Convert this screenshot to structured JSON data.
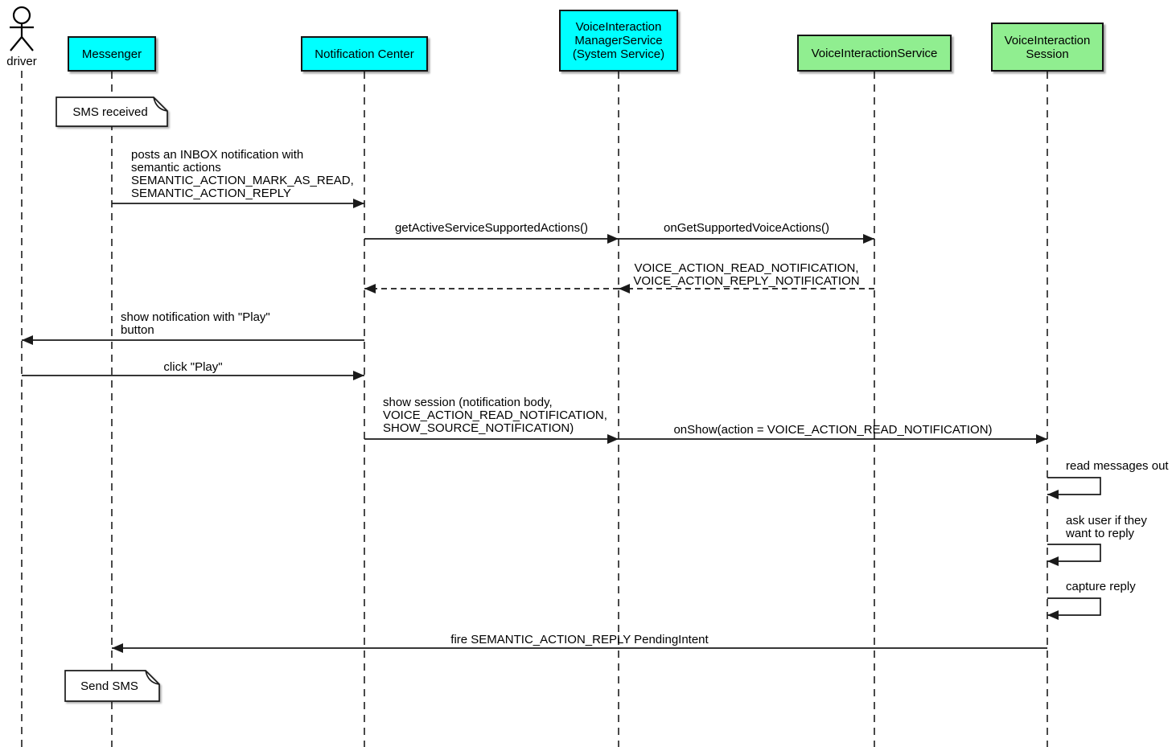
{
  "diagram": {
    "kind": "uml-sequence-diagram",
    "background": "#ffffff"
  },
  "colors": {
    "participant_cyan": "#00ffff",
    "participant_green": "#90ee90",
    "line": "#1a1a1a",
    "note_fill": "#ffffff"
  },
  "participants": [
    {
      "id": "driver",
      "kind": "actor",
      "label": "driver"
    },
    {
      "id": "messenger",
      "kind": "participant",
      "label": "Messenger",
      "fill": "#00ffff"
    },
    {
      "id": "notification-center",
      "kind": "participant",
      "label": "Notification Center",
      "fill": "#00ffff"
    },
    {
      "id": "voice-interaction-manager-service",
      "kind": "participant",
      "label": "VoiceInteraction\nManagerService\n(System Service)",
      "fill": "#00ffff"
    },
    {
      "id": "voice-interaction-service",
      "kind": "participant",
      "label": "VoiceInteractionService",
      "fill": "#90ee90"
    },
    {
      "id": "voice-interaction-session",
      "kind": "participant",
      "label": "VoiceInteraction\nSession",
      "fill": "#90ee90"
    }
  ],
  "notes": [
    {
      "attached_to": "messenger",
      "text": "SMS received"
    },
    {
      "attached_to": "messenger",
      "text": "Send SMS"
    }
  ],
  "messages": [
    {
      "from": "messenger",
      "to": "notification-center",
      "style": "solid",
      "label": "posts an INBOX notification with\nsemantic actions\nSEMANTIC_ACTION_MARK_AS_READ,\nSEMANTIC_ACTION_REPLY"
    },
    {
      "from": "notification-center",
      "to": "voice-interaction-manager-service",
      "style": "solid",
      "label": "getActiveServiceSupportedActions()"
    },
    {
      "from": "voice-interaction-manager-service",
      "to": "voice-interaction-service",
      "style": "solid",
      "label": "onGetSupportedVoiceActions()"
    },
    {
      "from": "voice-interaction-service",
      "to": "voice-interaction-manager-service",
      "style": "dashed-return",
      "label": "VOICE_ACTION_READ_NOTIFICATION,\nVOICE_ACTION_REPLY_NOTIFICATION"
    },
    {
      "from": "voice-interaction-manager-service",
      "to": "notification-center",
      "style": "dashed-return",
      "label": ""
    },
    {
      "from": "notification-center",
      "to": "driver",
      "style": "solid",
      "label": "show notification with \"Play\"\nbutton"
    },
    {
      "from": "driver",
      "to": "notification-center",
      "style": "solid",
      "label": "click \"Play\""
    },
    {
      "from": "notification-center",
      "to": "voice-interaction-manager-service",
      "style": "solid",
      "label": "show session (notification body,\nVOICE_ACTION_READ_NOTIFICATION,\nSHOW_SOURCE_NOTIFICATION)"
    },
    {
      "from": "voice-interaction-manager-service",
      "to": "voice-interaction-session",
      "style": "solid",
      "label": "onShow(action = VOICE_ACTION_READ_NOTIFICATION)"
    },
    {
      "from": "voice-interaction-session",
      "to": "voice-interaction-session",
      "style": "self",
      "label": "read messages out"
    },
    {
      "from": "voice-interaction-session",
      "to": "voice-interaction-session",
      "style": "self",
      "label": "ask user if they\nwant to reply"
    },
    {
      "from": "voice-interaction-session",
      "to": "voice-interaction-session",
      "style": "self",
      "label": "capture reply"
    },
    {
      "from": "voice-interaction-session",
      "to": "messenger",
      "style": "solid",
      "label": "fire SEMANTIC_ACTION_REPLY PendingIntent"
    }
  ]
}
